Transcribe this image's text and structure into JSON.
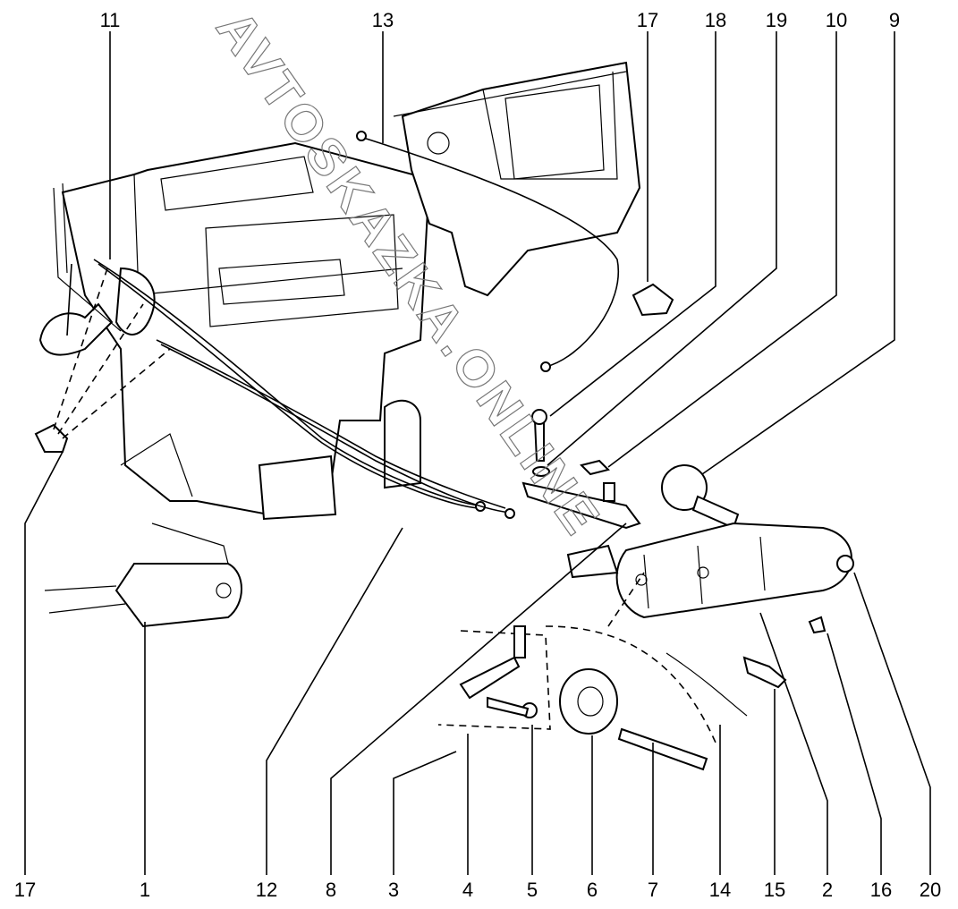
{
  "diagram": {
    "watermark": "AVTOSKAZKA.ONLINE",
    "top_labels": [
      "11",
      "13",
      "17",
      "18",
      "19",
      "10",
      "9"
    ],
    "bottom_labels": [
      "17",
      "1",
      "12",
      "8",
      "3",
      "4",
      "5",
      "6",
      "7",
      "14",
      "15",
      "2",
      "16",
      "20"
    ]
  }
}
